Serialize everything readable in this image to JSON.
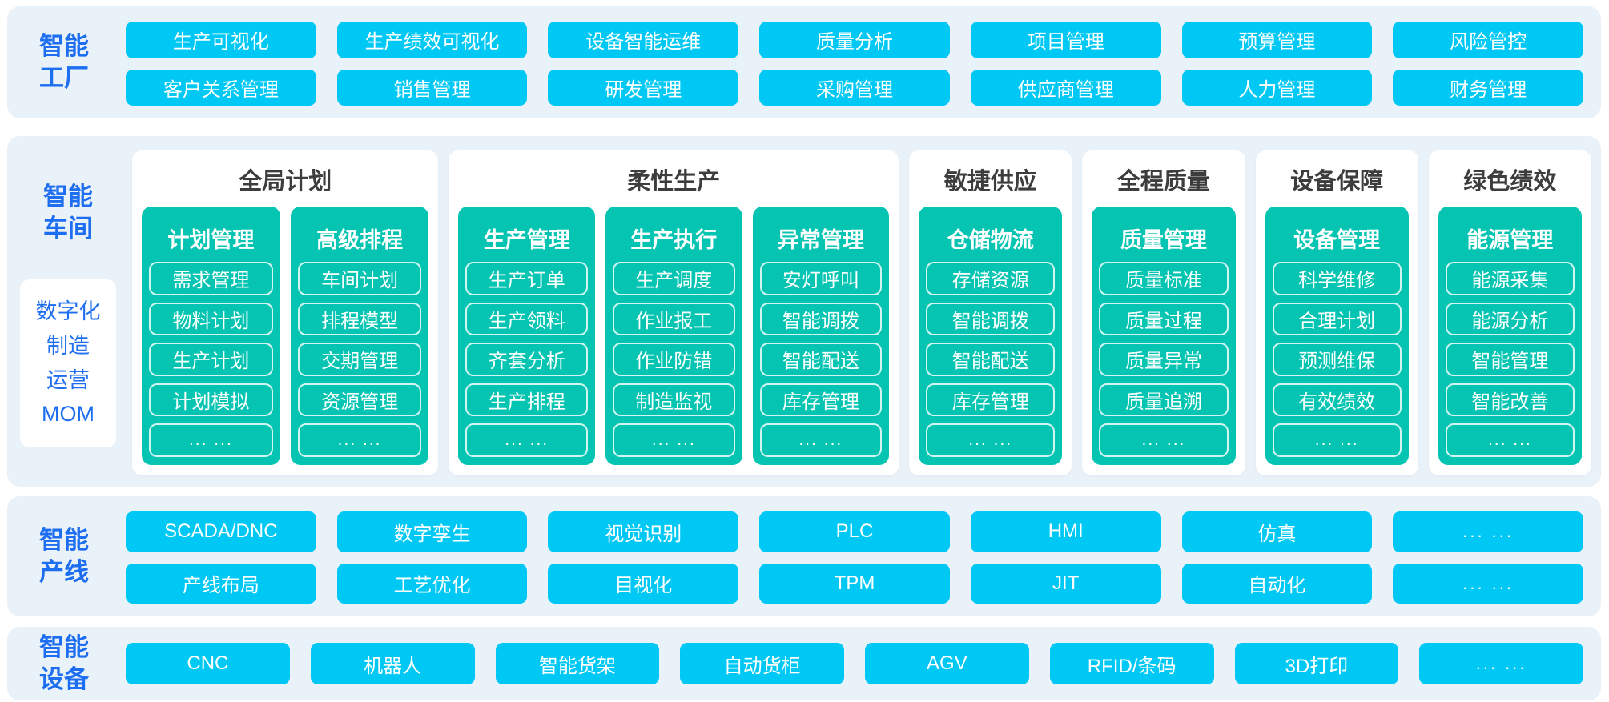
{
  "colors": {
    "band_bg": "#e9f1f9",
    "chip_cyan": "#00c8f4",
    "column_teal": "#05c5b2",
    "label_blue": "#1d6ef0",
    "title_gray": "#3d3d3d",
    "text_white": "#ffffff"
  },
  "bands": [
    {
      "id": "smart-factory",
      "label_lines": [
        "智能",
        "工厂"
      ],
      "rows": [
        [
          "生产可视化",
          "生产绩效可视化",
          "设备智能运维",
          "质量分析",
          "项目管理",
          "预算管理",
          "风险管控"
        ],
        [
          "客户关系管理",
          "销售管理",
          "研发管理",
          "采购管理",
          "供应商管理",
          "人力管理",
          "财务管理"
        ]
      ]
    },
    {
      "id": "smart-workshop",
      "label_lines": [
        "智能",
        "车间"
      ],
      "side_box_lines": [
        "数字化",
        "制造",
        "运营",
        "MOM"
      ],
      "groups": [
        {
          "title": "全局计划",
          "columns": [
            {
              "header": "计划管理",
              "items": [
                "需求管理",
                "物料计划",
                "生产计划",
                "计划模拟",
                "... ..."
              ]
            },
            {
              "header": "高级排程",
              "items": [
                "车间计划",
                "排程模型",
                "交期管理",
                "资源管理",
                "... ..."
              ]
            }
          ]
        },
        {
          "title": "柔性生产",
          "columns": [
            {
              "header": "生产管理",
              "items": [
                "生产订单",
                "生产领料",
                "齐套分析",
                "生产排程",
                "... ..."
              ]
            },
            {
              "header": "生产执行",
              "items": [
                "生产调度",
                "作业报工",
                "作业防错",
                "制造监视",
                "... ..."
              ]
            },
            {
              "header": "异常管理",
              "items": [
                "安灯呼叫",
                "智能调拨",
                "智能配送",
                "库存管理",
                "... ..."
              ]
            }
          ]
        },
        {
          "title": "敏捷供应",
          "columns": [
            {
              "header": "仓储物流",
              "items": [
                "存储资源",
                "智能调拨",
                "智能配送",
                "库存管理",
                "... ..."
              ]
            }
          ]
        },
        {
          "title": "全程质量",
          "columns": [
            {
              "header": "质量管理",
              "items": [
                "质量标准",
                "质量过程",
                "质量异常",
                "质量追溯",
                "... ..."
              ]
            }
          ]
        },
        {
          "title": "设备保障",
          "columns": [
            {
              "header": "设备管理",
              "items": [
                "科学维修",
                "合理计划",
                "预测维保",
                "有效绩效",
                "... ..."
              ]
            }
          ]
        },
        {
          "title": "绿色绩效",
          "columns": [
            {
              "header": "能源管理",
              "items": [
                "能源采集",
                "能源分析",
                "智能管理",
                "智能改善",
                "... ..."
              ]
            }
          ]
        }
      ]
    },
    {
      "id": "smart-production-line",
      "label_lines": [
        "智能",
        "产线"
      ],
      "rows": [
        [
          "SCADA/DNC",
          "数字孪生",
          "视觉识别",
          "PLC",
          "HMI",
          "仿真",
          "... ..."
        ],
        [
          "产线布局",
          "工艺优化",
          "目视化",
          "TPM",
          "JIT",
          "自动化",
          "... ..."
        ]
      ]
    },
    {
      "id": "smart-equipment",
      "label_lines": [
        "智能",
        "设备"
      ],
      "rows": [
        [
          "CNC",
          "机器人",
          "智能货架",
          "自动货柜",
          "AGV",
          "RFID/条码",
          "3D打印",
          "... ..."
        ]
      ]
    }
  ]
}
